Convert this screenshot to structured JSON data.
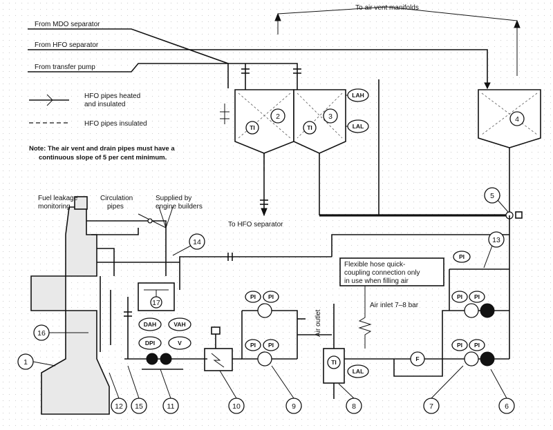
{
  "labels": {
    "air_vent": "To air vent manifolds",
    "from_mdo": "From MDO separator",
    "from_hfo": "From HFO separator",
    "from_transfer": "From transfer pump",
    "to_hfo_sep": "To HFO separator",
    "fuel_leakage_1": "Fuel leakage",
    "fuel_leakage_2": "monitoring",
    "circulation_1": "Circulation",
    "circulation_2": "pipes",
    "supplied_1": "Supplied by",
    "supplied_2": "engine builders",
    "flex_hose_1": "Flexible hose quick-",
    "flex_hose_2": "coupling connection only",
    "flex_hose_3": "in use when filling air",
    "air_inlet": "Air inlet 7–8 bar",
    "air_outlet": "Air outlet"
  },
  "legend": {
    "heated_1": "HFO pipes heated",
    "heated_2": "and insulated",
    "insulated": "HFO pipes insulated"
  },
  "note": {
    "line1": "Note: The air vent and drain pipes must have a",
    "line2": "continuous slope of 5 per cent minimum."
  },
  "tanks": {
    "t2": "2",
    "t3": "3",
    "t4": "4",
    "ti": "TI",
    "lah": "LAH",
    "lal": "LAL"
  },
  "callouts": [
    "1",
    "5",
    "6",
    "7",
    "8",
    "9",
    "10",
    "11",
    "12",
    "13",
    "14",
    "15",
    "16",
    "17"
  ],
  "instruments": {
    "pi": "PI",
    "dah": "DAH",
    "vah": "VAH",
    "dpi": "DPI",
    "v": "V",
    "f": "F",
    "ti": "TI",
    "lal": "LAL"
  }
}
